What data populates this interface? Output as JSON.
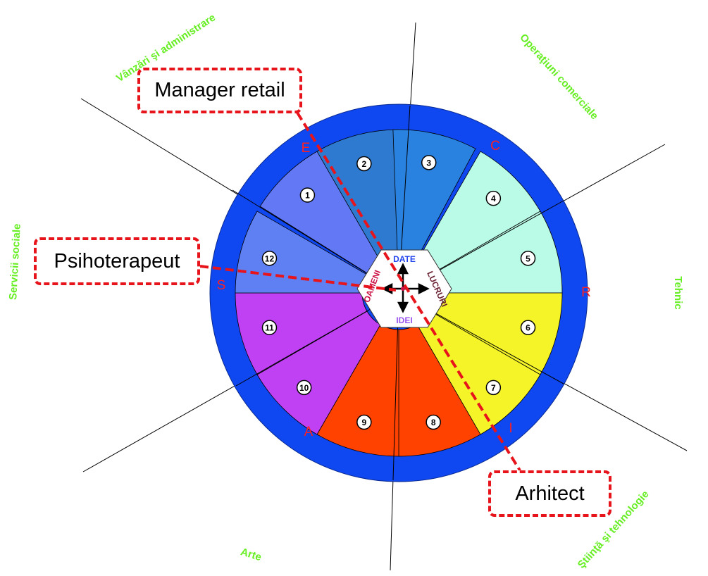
{
  "diagram": {
    "sectors": [
      {
        "label": "Vânzări şi administrare"
      },
      {
        "label": "Operaţiuni comerciale"
      },
      {
        "label": "Tehnic"
      },
      {
        "label": "Ştiinţă şi tehnologie"
      },
      {
        "label": "Arte"
      },
      {
        "label": "Servicii sociale"
      }
    ],
    "ring_letters": [
      "E",
      "C",
      "R",
      "I",
      "A",
      "S"
    ],
    "segments": [
      {
        "number": "1",
        "color": "#6378f5"
      },
      {
        "number": "2",
        "color": "#2d7ad0"
      },
      {
        "number": "3",
        "color": "#2a82e0"
      },
      {
        "number": "4",
        "color": "#b9fbe6"
      },
      {
        "number": "5",
        "color": "#b9fbe6"
      },
      {
        "number": "6",
        "color": "#f4f428"
      },
      {
        "number": "7",
        "color": "#f4f428"
      },
      {
        "number": "8",
        "color": "#ff4200"
      },
      {
        "number": "9",
        "color": "#ff4200"
      },
      {
        "number": "10",
        "color": "#c040f4"
      },
      {
        "number": "11",
        "color": "#c040f4"
      },
      {
        "number": "12",
        "color": "#5f80f3"
      }
    ],
    "hub_labels": {
      "top": "DATE",
      "right": "LUCRURI",
      "bottom": "IDEI",
      "left": "OAMENI"
    },
    "callouts": {
      "manager": "Manager retail",
      "psiho": "Psihoterapeut",
      "arhitect": "Arhitect"
    },
    "colors": {
      "outer_ring": "#0f47f0",
      "ring_letter": "#ff2020",
      "sector_label": "#66ee22",
      "callout_border": "#e8141c",
      "date_text": "#2244ee",
      "lucruri_text": "#6a2233",
      "idei_text": "#9a55ee",
      "oameni_text": "#cc1144"
    }
  }
}
